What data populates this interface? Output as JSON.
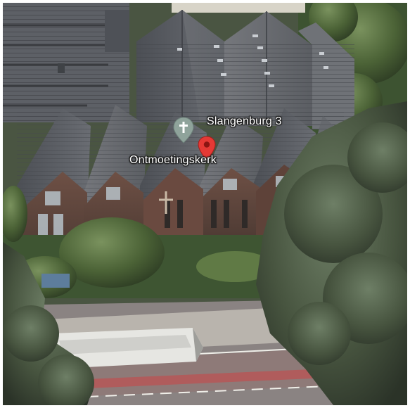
{
  "map": {
    "view": "3d-satellite",
    "labels": {
      "street_address": "Slangenburg 3",
      "place_name": "Ontmoetingskerk"
    },
    "markers": {
      "selected_place": {
        "icon": "red-pin-icon",
        "color": "#e53935"
      },
      "place_category": {
        "icon": "church-cross-icon",
        "color": "#8fa39b"
      }
    },
    "colors": {
      "roof": "#5a5d63",
      "brick": "#6b4a3d",
      "foliage": "#4f6a3c",
      "road": "#8e7a78",
      "red_lane": "#b05c5c"
    }
  }
}
